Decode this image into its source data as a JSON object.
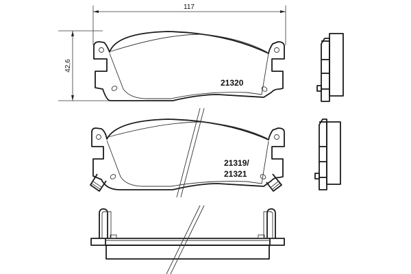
{
  "drawing": {
    "title": "Brake pad set technical drawing",
    "dimensions": {
      "width_label": "117",
      "height_label": "42,6"
    },
    "pads": [
      {
        "id": "top-pad",
        "part_number": "21320"
      },
      {
        "id": "middle-pad",
        "part_number_line1": "21319/",
        "part_number_line2": "21321"
      }
    ],
    "views": [
      "front-view-top-pad",
      "side-view-top-pad",
      "front-view-middle-pad",
      "side-view-middle-pad",
      "bottom-edge-view-with-clips"
    ],
    "colors": {
      "line": "#1a1a1a",
      "background": "#ffffff"
    }
  }
}
